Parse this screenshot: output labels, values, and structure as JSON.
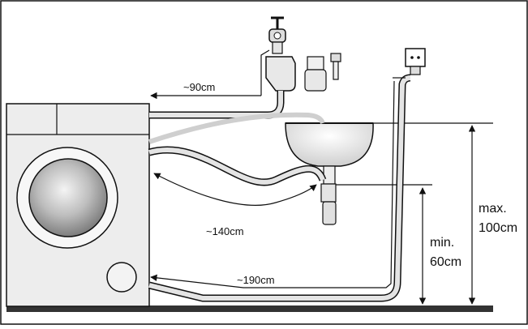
{
  "labels": {
    "cold_hose": "~90cm",
    "drain_sink": "~140cm",
    "drain_long": "~190cm",
    "min_height_1": "min.",
    "min_height_2": "60cm",
    "max_height_1": "max.",
    "max_height_2": "100cm"
  },
  "colors": {
    "line": "#111111",
    "ground": "#333333",
    "machine_fill": "#eeeeee",
    "hose_fill": "#e0e0e0",
    "porthole_dark": "#9a9a9a"
  }
}
